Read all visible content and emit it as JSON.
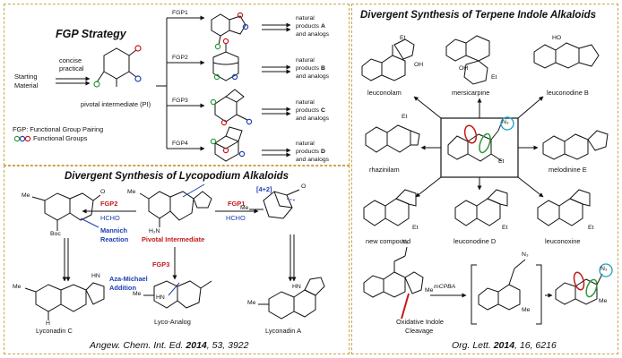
{
  "colors": {
    "panel_border": "#c9a64a",
    "red": "#c21a1a",
    "blue": "#1f3fb0",
    "green": "#2a9a3a",
    "cyan": "#1aa0c8"
  },
  "fgp": {
    "title": "FGP Strategy",
    "starting": [
      "Starting",
      "Material"
    ],
    "concise": [
      "concise",
      "practical"
    ],
    "pi_label": "pivotal intermediate (PI)",
    "legend1": "FGP: Functional Group Pairing",
    "legend2": "Functional Groups",
    "rows": [
      {
        "label": "FGP1",
        "np": [
          "natural",
          "products ",
          "and analogs"
        ],
        "letter": "A"
      },
      {
        "label": "FGP2",
        "np": [
          "natural",
          "products ",
          "and analogs"
        ],
        "letter": "B"
      },
      {
        "label": "FGP3",
        "np": [
          "natural",
          "products ",
          "and analogs"
        ],
        "letter": "C"
      },
      {
        "label": "FGP4",
        "np": [
          "natural",
          "products ",
          "and analogs"
        ],
        "letter": "D"
      }
    ]
  },
  "lyco": {
    "title": "Divergent Synthesis of Lycopodium Alkaloids",
    "fgp2": "FGP2",
    "hcho_left": "HCHO",
    "mannich": [
      "Mannich",
      "Reaction"
    ],
    "fgp1": "FGP1",
    "hcho_right": "HCHO",
    "cyclo": "[4+2]",
    "pivotal": "Pivotal Intermediate",
    "fgp3": "FGP3",
    "aza": [
      "Aza-Michael",
      "Addition"
    ],
    "boc": "Boc",
    "me": "Me",
    "nh2": "H₂N",
    "o": "O",
    "hn": "HN",
    "n": "N",
    "h": "H",
    "lyconadin_c": "Lyconadin C",
    "lyco_analog": "Lyco-Analog",
    "lyconadin_a": "Lyconadin A",
    "cite": {
      "journal": "Angew. Chem. Int. Ed.",
      "year": "2014",
      "vol": "53",
      "page": ", 3922"
    }
  },
  "terpene": {
    "title": "Divergent Synthesis of Terpene Indole Alkaloids",
    "compounds": [
      "leuconolam",
      "mersicarpine",
      "leuconodine B",
      "rhazinilam",
      "melodinine E",
      "new compound",
      "leuconodine D",
      "leuconoxine"
    ],
    "n3": "N₃",
    "et": "Et",
    "oh": "OH",
    "ho": "HO",
    "me": "Me",
    "mcpba": "mCPBA",
    "cleavage": [
      "Oxidative Indole",
      "Cleavage"
    ],
    "cite": {
      "journal": "Org. Lett.",
      "year": "2014",
      "vol": "16",
      "page": ", 6216"
    }
  }
}
